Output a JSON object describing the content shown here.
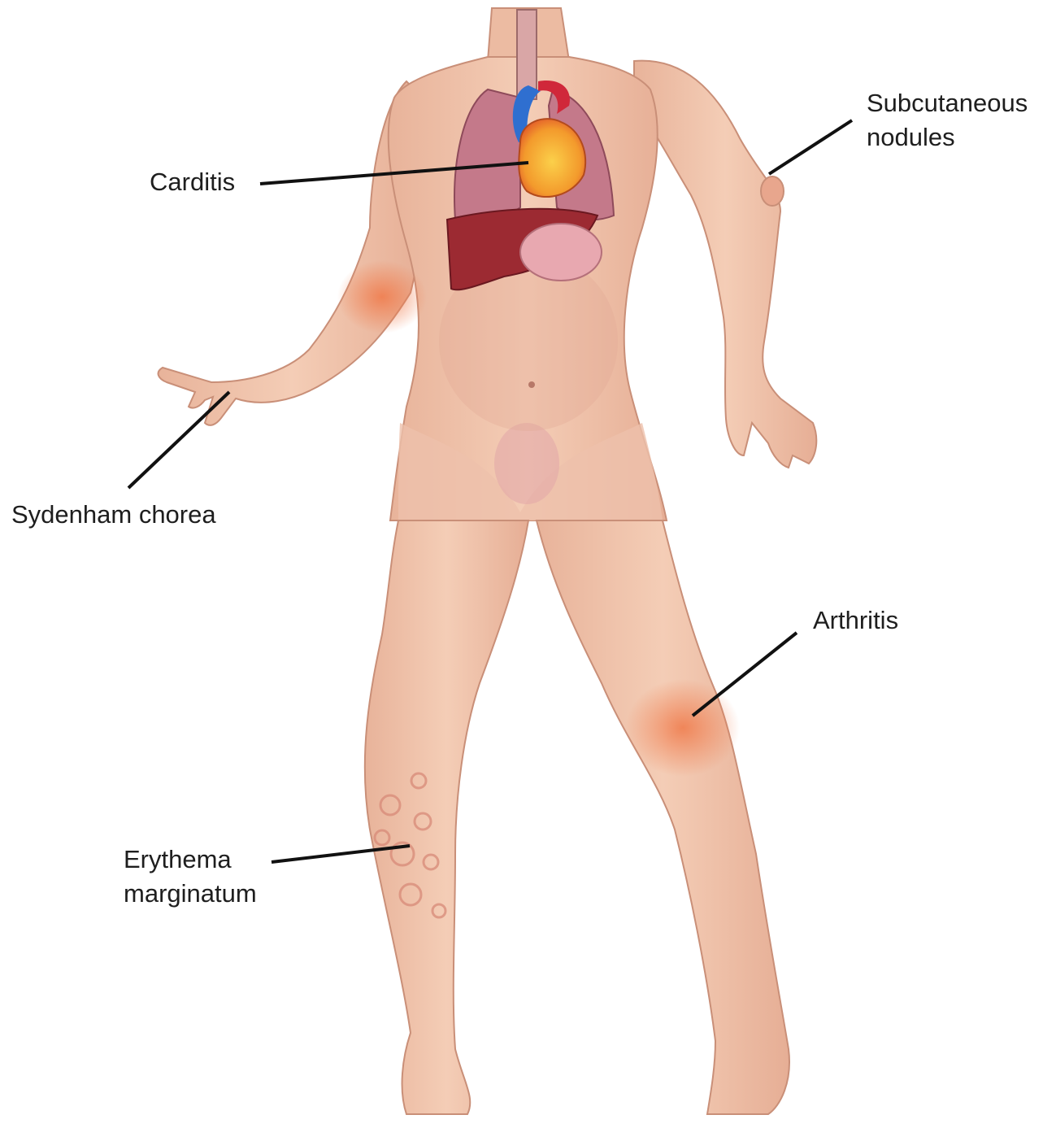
{
  "labels": {
    "carditis": "Carditis",
    "subcutaneous_nodules": [
      "Subcutaneous",
      "nodules"
    ],
    "sydenham_chorea": "Sydenham chorea",
    "arthritis": "Arthritis",
    "erythema_marginatum": [
      "Erythema",
      "marginatum"
    ]
  },
  "colors": {
    "skin": "#f0c2a8",
    "skin_shadow": "#dca08a",
    "inflamed": "#f08a5d",
    "lung": "#c47a8a",
    "liver": "#9c2a32",
    "heart": "#f4a33a",
    "vessel_blue": "#2f6fd0",
    "vessel_red": "#d0283a",
    "leader_line": "#111111"
  }
}
